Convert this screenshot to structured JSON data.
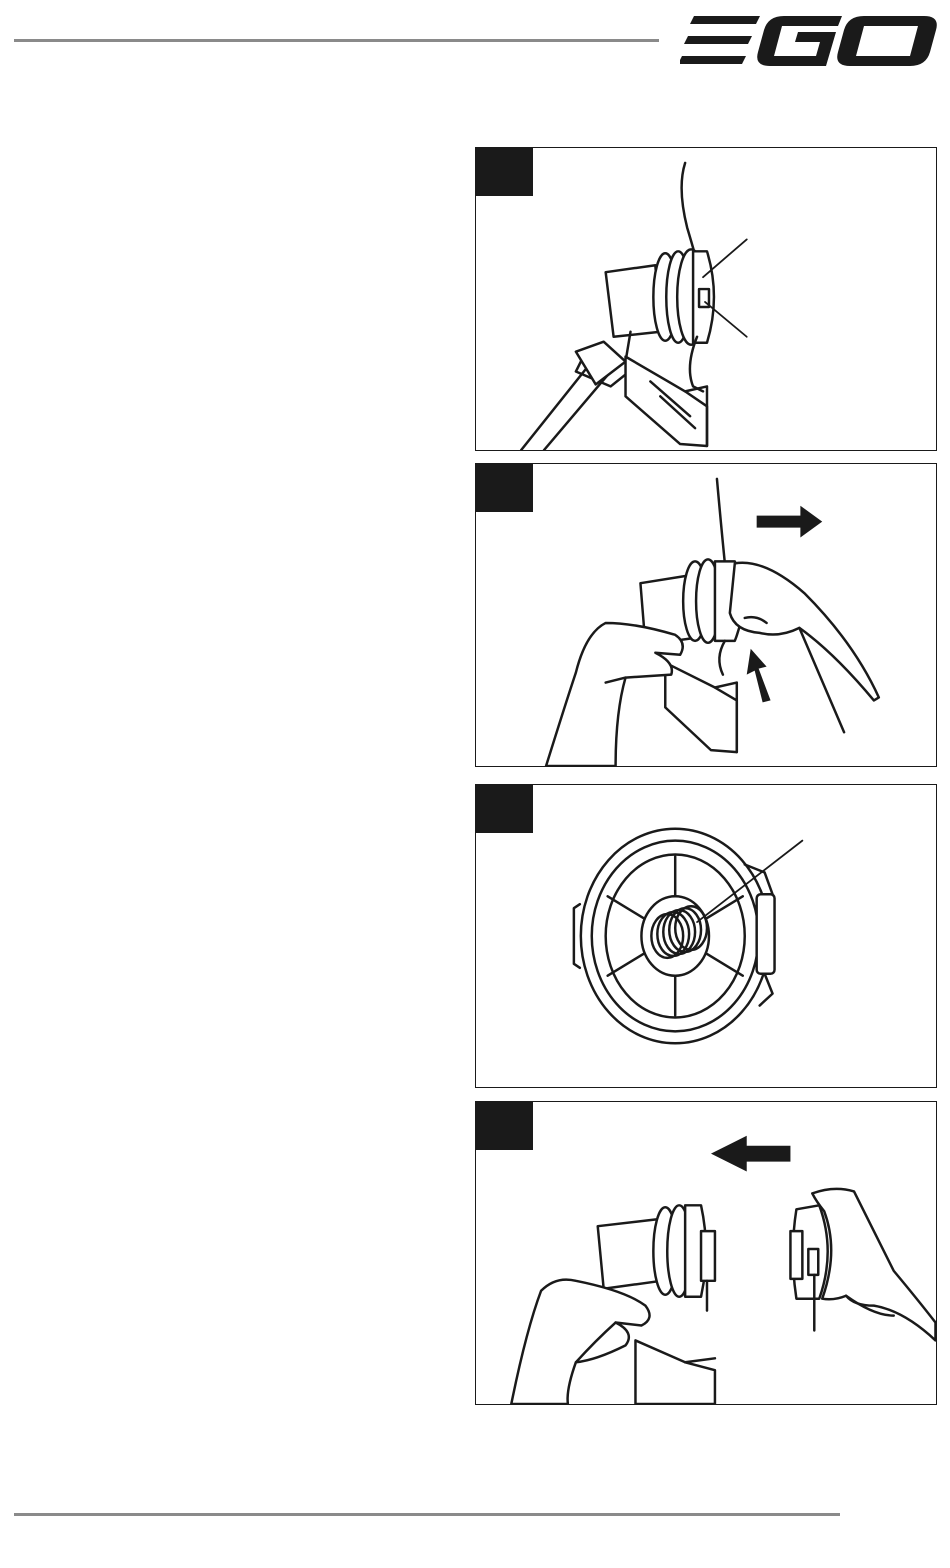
{
  "header": {
    "logo_text": "EGO",
    "logo_color": "#1a1a1a",
    "rule_color": "#8a8a8a"
  },
  "figures": [
    {
      "icon": "trimmer-head-callout-illustration"
    },
    {
      "icon": "hands-removing-spool-cover-illustration"
    },
    {
      "icon": "spool-cover-spring-illustration"
    },
    {
      "icon": "hands-reattaching-spool-cover-illustration"
    }
  ]
}
